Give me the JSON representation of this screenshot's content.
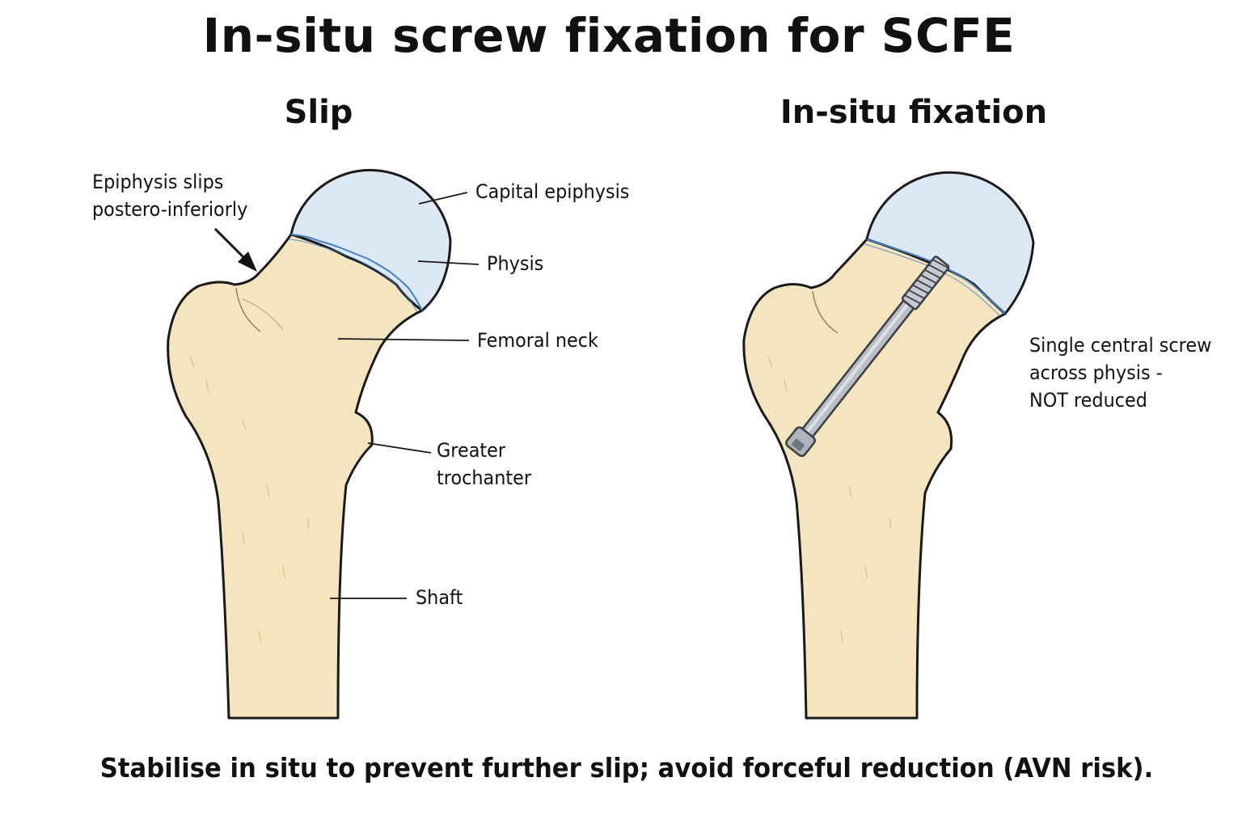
{
  "title": "In-situ screw fixation for SCFE",
  "panels": {
    "left": {
      "heading": "Slip",
      "annotation": [
        "Epiphysis slips",
        "postero-inferiorly"
      ],
      "labels": {
        "capital_epiphysis": "Capital epiphysis",
        "physis": "Physis",
        "femoral_neck": "Femoral neck",
        "greater_trochanter": [
          "Greater",
          "trochanter"
        ],
        "shaft": "Shaft"
      }
    },
    "right": {
      "heading": "In-situ fixation",
      "note": [
        "Single central screw",
        "across physis -",
        "NOT reduced"
      ]
    }
  },
  "caption": "Stabilise in situ to prevent further slip; avoid forceful reduction (AVN risk).",
  "colors": {
    "bone": "#f4e5bf",
    "bone_outline": "#1a1a1a",
    "epiphysis": "#dce9f5",
    "physis_line": "#3f7fc8",
    "screw": "#b9bfc6"
  }
}
